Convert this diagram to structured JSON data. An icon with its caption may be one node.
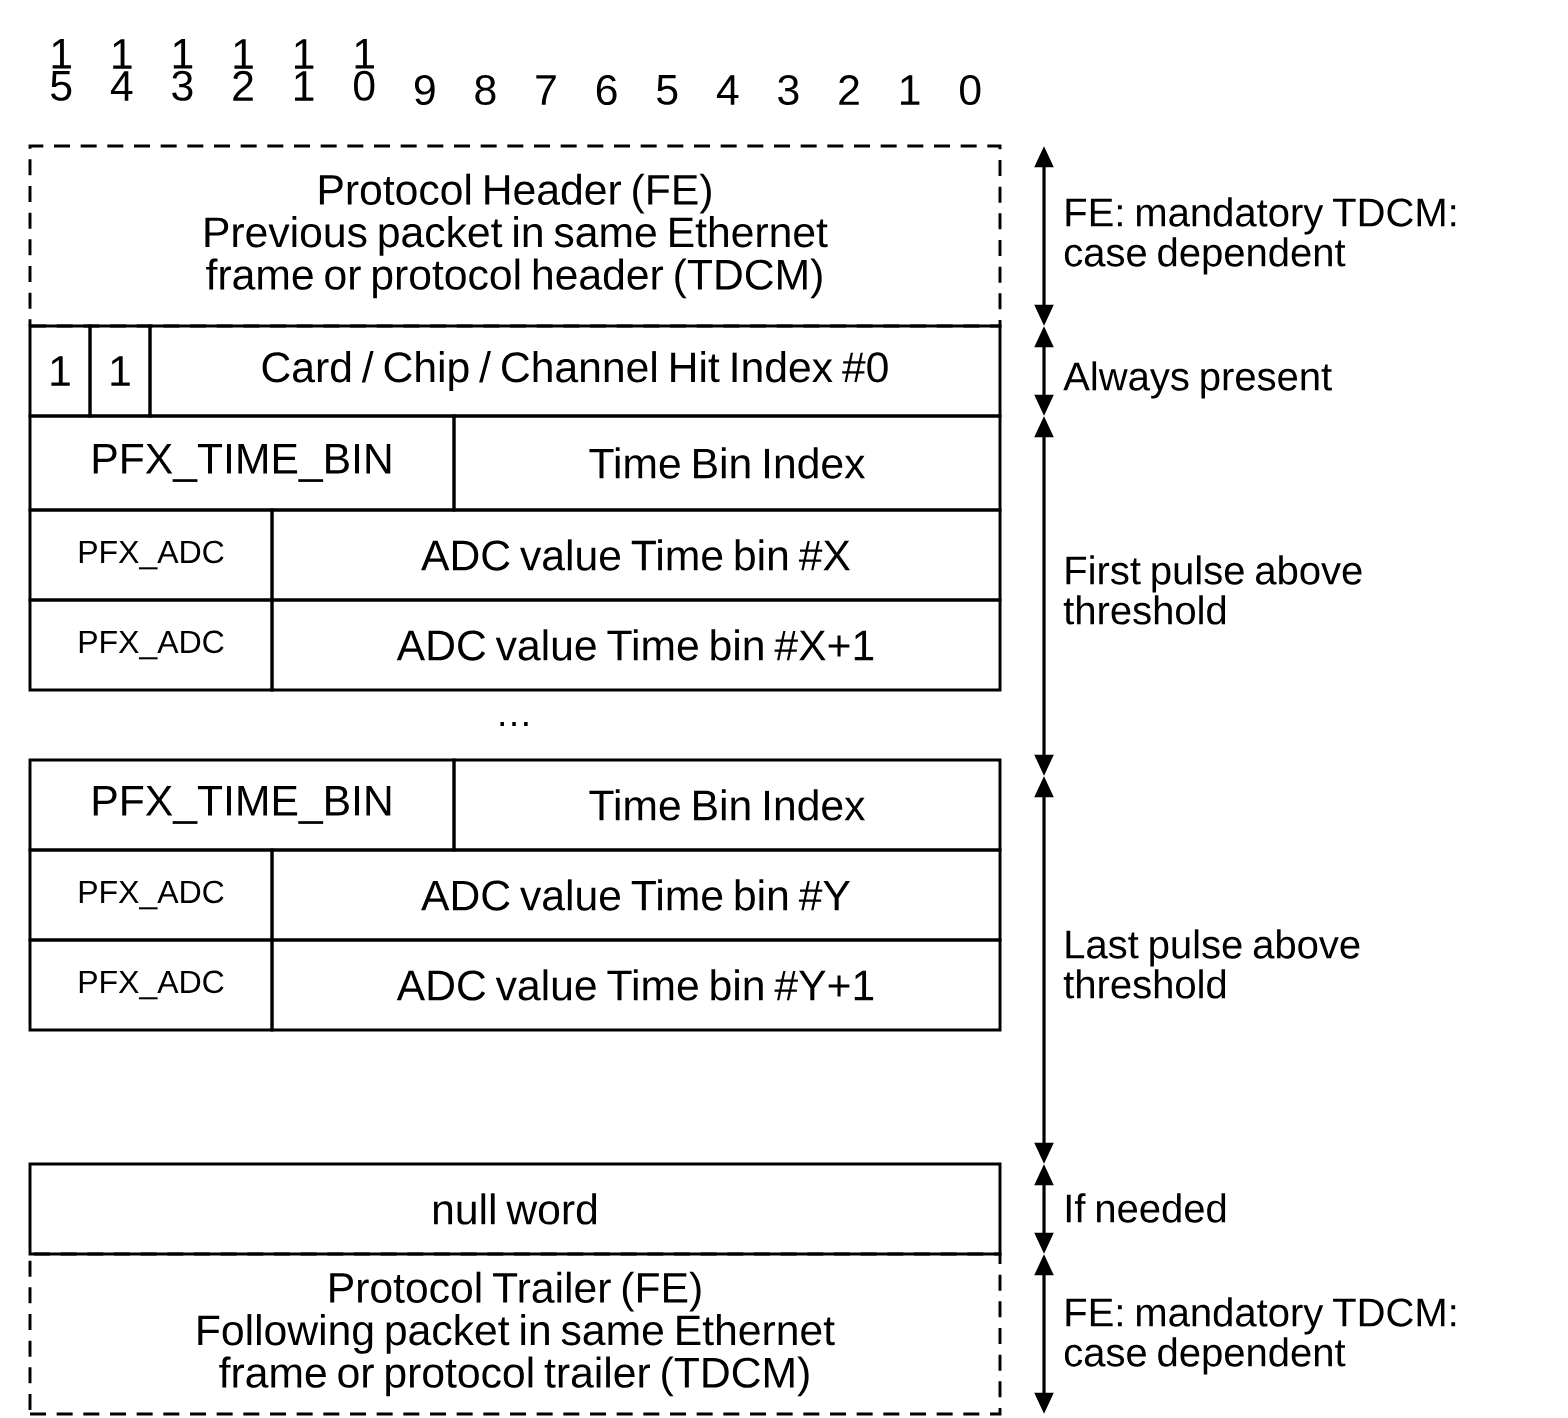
{
  "diagram": {
    "nodes": [
      {
        "text": [
          "Protocol Header (FE)",
          "Previous packet in same Ethernet frame or protocol header (TDCM)"
        ]
      },
      {
        "text": [
          "1"
        ]
      },
      {
        "text": [
          "1"
        ]
      },
      {
        "text": [
          "Card / Chip / Channel Hit Index #0"
        ]
      },
      {
        "text": [
          "PFX_TIME_BIN"
        ]
      },
      {
        "text": [
          "Time Bin Index"
        ]
      },
      {
        "text": [
          "PFX_ADC"
        ]
      },
      {
        "text": [
          "ADC value Time bin #X"
        ]
      },
      {
        "text": [
          "PFX_ADC"
        ]
      },
      {
        "text": [
          "ADC value Time bin #X+1"
        ]
      },
      {
        "text": [
          "PFX_TIME_BIN"
        ]
      },
      {
        "text": [
          "Time Bin Index"
        ]
      },
      {
        "text": [
          "PFX_ADC"
        ]
      },
      {
        "text": [
          "ADC value Time bin #Y"
        ]
      },
      {
        "text": [
          "PFX_ADC"
        ]
      },
      {
        "text": [
          "ADC value Time bin #Y+1"
        ]
      },
      {
        "text": [
          "null word"
        ]
      },
      {
        "text": [
          "Protocol Trailer (FE)",
          "Following packet in same Ethernet frame or protocol trailer (TDCM)"
        ]
      }
    ],
    "labels": [
      "1 5",
      "1 4",
      "1 3",
      "1 2",
      "1 1",
      "1 0",
      "9",
      "8",
      "7",
      "6",
      "5",
      "4",
      "3",
      "2",
      "1",
      "0",
      "FE: mandatory TDCM: case dependent",
      "Always present",
      "…",
      "First pulse above threshold",
      "Last pulse above threshold",
      "If needed",
      "FE: mandatory TDCM: case dependent"
    ]
  }
}
